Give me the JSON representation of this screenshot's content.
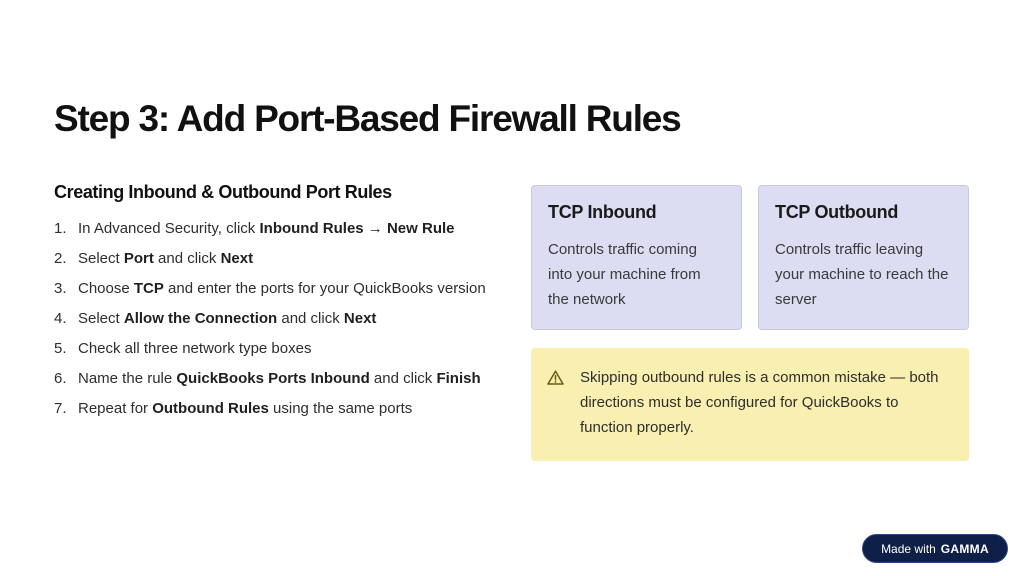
{
  "title": "Step 3: Add Port-Based Firewall Rules",
  "subheading": "Creating Inbound & Outbound Port Rules",
  "steps": [
    {
      "num": "1.",
      "parts": [
        {
          "t": "In Advanced Security, click ",
          "b": false
        },
        {
          "t": "Inbound Rules → New Rule",
          "b": true
        }
      ]
    },
    {
      "num": "2.",
      "parts": [
        {
          "t": "Select ",
          "b": false
        },
        {
          "t": "Port",
          "b": true
        },
        {
          "t": " and click ",
          "b": false
        },
        {
          "t": "Next",
          "b": true
        }
      ]
    },
    {
      "num": "3.",
      "parts": [
        {
          "t": "Choose ",
          "b": false
        },
        {
          "t": "TCP",
          "b": true
        },
        {
          "t": " and enter the ports for your QuickBooks version",
          "b": false
        }
      ]
    },
    {
      "num": "4.",
      "parts": [
        {
          "t": "Select ",
          "b": false
        },
        {
          "t": "Allow the Connection",
          "b": true
        },
        {
          "t": " and click ",
          "b": false
        },
        {
          "t": "Next",
          "b": true
        }
      ]
    },
    {
      "num": "5.",
      "parts": [
        {
          "t": "Check all three network type boxes",
          "b": false
        }
      ]
    },
    {
      "num": "6.",
      "parts": [
        {
          "t": "Name the rule ",
          "b": false
        },
        {
          "t": "QuickBooks Ports Inbound",
          "b": true
        },
        {
          "t": " and click ",
          "b": false
        },
        {
          "t": "Finish",
          "b": true
        }
      ]
    },
    {
      "num": "7.",
      "parts": [
        {
          "t": "Repeat for ",
          "b": false
        },
        {
          "t": "Outbound Rules",
          "b": true
        },
        {
          "t": " using the same ports",
          "b": false
        }
      ]
    }
  ],
  "cards": {
    "inbound": {
      "title": "TCP Inbound",
      "body": "Controls traffic coming into your machine from the network"
    },
    "outbound": {
      "title": "TCP Outbound",
      "body": "Controls traffic leaving your machine to reach the server"
    }
  },
  "warning": {
    "icon": "warning-triangle-icon",
    "text": "Skipping outbound rules is a common mistake — both directions must be configured for QuickBooks to function properly."
  },
  "badge": {
    "made_with": "Made with",
    "brand": "GAMMA"
  },
  "colors": {
    "card_bg": "#dcdcf2",
    "warning_bg": "#f8efb0",
    "badge_bg": "#0e2048"
  }
}
